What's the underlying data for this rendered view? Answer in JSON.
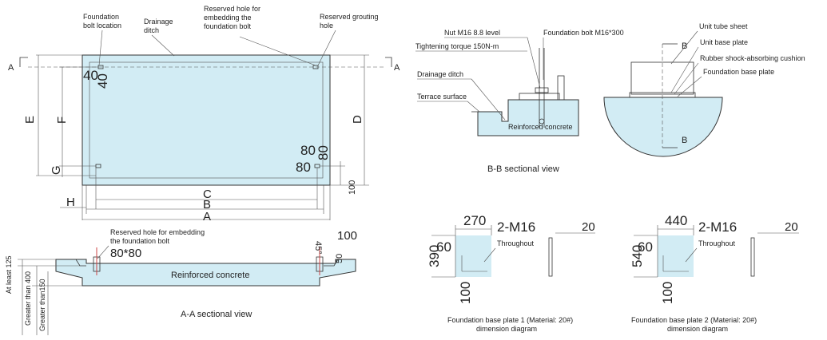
{
  "plan": {
    "label_foundation_bolt_1": "Foundation",
    "label_foundation_bolt_2": "bolt location",
    "label_drainage_1": "Drainage",
    "label_drainage_2": "ditch",
    "label_reserved_1": "Reserved hole for",
    "label_reserved_2": "embedding the",
    "label_reserved_3": "foundation bolt",
    "label_grouting_1": "Reserved grouting",
    "label_grouting_2": "hole",
    "section_mark": "A",
    "dim_a": "A",
    "dim_b": "B",
    "dim_c": "C",
    "dim_d": "D",
    "dim_e": "E",
    "dim_f": "F",
    "dim_g": "G",
    "dim_h": "H",
    "dim_40a": "40",
    "dim_40b": "40",
    "dim_80a": "80",
    "dim_80b": "80",
    "dim_80c": "80",
    "dim_100": "100"
  },
  "aa": {
    "reserved_1": "Reserved hole for embedding",
    "reserved_2": "the foundation bolt",
    "dim_80x80": "80*80",
    "dim_45": "45°",
    "dim_100": "100",
    "dim_50": "50",
    "concrete": "Reinforced concrete",
    "at_least": "At least 125",
    "greater_400": "Greater than 400",
    "greater_150": "Greater than150",
    "caption": "A-A sectional view"
  },
  "bb": {
    "nut": "Nut M16 8.8 level",
    "bolt": "Foundation bolt M16*300",
    "torque": "Tightening torque 150N-m",
    "drainage": "Drainage ditch",
    "terrace": "Terrace surface",
    "concrete": "Reinforced concrete",
    "tube_sheet": "Unit tube sheet",
    "base_plate": "Unit base plate",
    "rubber": "Rubber shock-absorbing cushion",
    "found_plate": "Foundation base plate",
    "section_mark": "B",
    "caption": "B-B sectional view"
  },
  "plate1": {
    "w": "270",
    "h": "390",
    "hole_off": "60",
    "bottom": "100",
    "holes": "2-M16",
    "through": "Throughout",
    "thick": "20",
    "caption_1": "Foundation base plate 1 (Material: 20#)",
    "caption_2": "dimension diagram"
  },
  "plate2": {
    "w": "440",
    "h": "540",
    "hole_off": "60",
    "bottom": "100",
    "holes": "2-M16",
    "through": "Throughout",
    "thick": "20",
    "caption_1": "Foundation base plate 2 (Material: 20#)",
    "caption_2": "dimension diagram"
  },
  "colors": {
    "fill": "#d2ecf4",
    "line": "#333333"
  }
}
